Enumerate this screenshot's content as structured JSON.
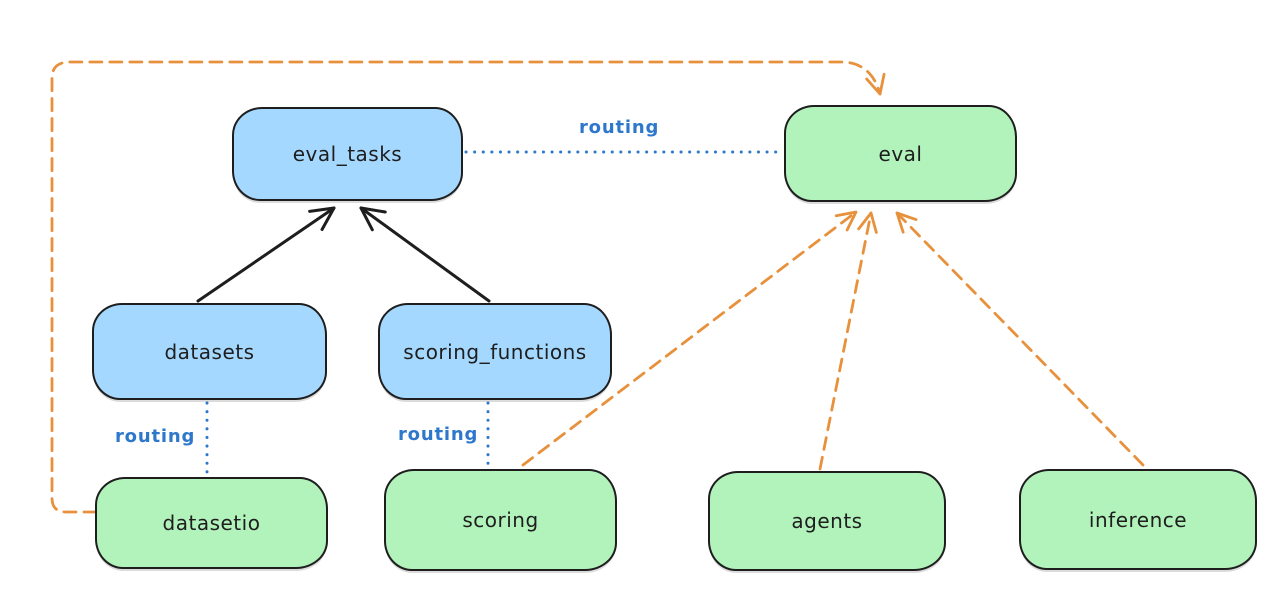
{
  "diagram": {
    "nodes": {
      "eval_tasks": {
        "label": "eval_tasks",
        "color": "blue"
      },
      "eval": {
        "label": "eval",
        "color": "green"
      },
      "datasets": {
        "label": "datasets",
        "color": "blue"
      },
      "scoring_functions": {
        "label": "scoring_functions",
        "color": "blue"
      },
      "datasetio": {
        "label": "datasetio",
        "color": "green"
      },
      "scoring": {
        "label": "scoring",
        "color": "green"
      },
      "agents": {
        "label": "agents",
        "color": "green"
      },
      "inference": {
        "label": "inference",
        "color": "green"
      }
    },
    "edge_labels": {
      "eval_tasks_to_eval": "routing",
      "datasets_to_datasetio": "routing",
      "scoring_functions_to_scoring": "routing"
    },
    "colors": {
      "node_blue_fill": "#a5d8ff",
      "node_green_fill": "#b2f2bb",
      "node_stroke": "#1e1e1e",
      "routing_blue": "#2e78cc",
      "arrow_black": "#1e1e1e",
      "arrow_orange": "#e8913c",
      "background": "#ffffff"
    }
  }
}
